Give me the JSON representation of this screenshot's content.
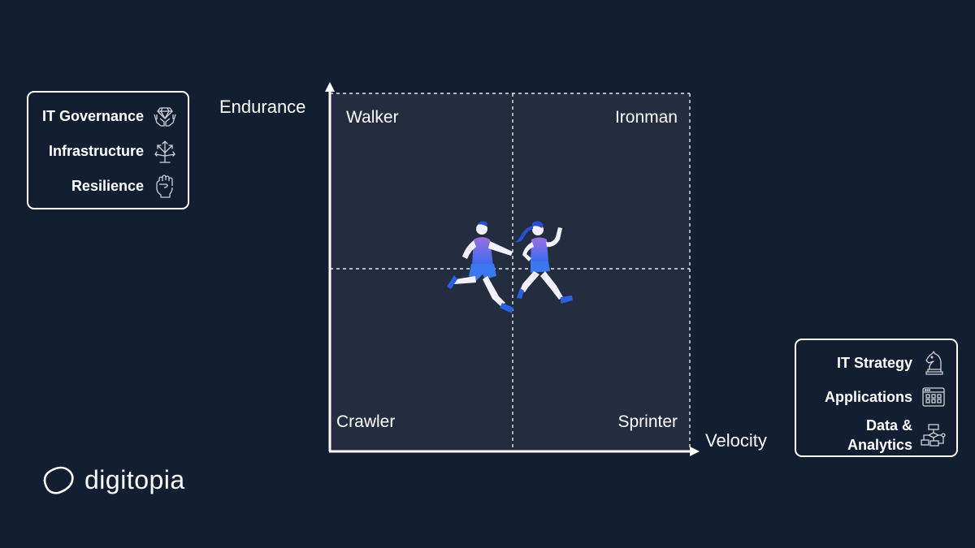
{
  "left_card": {
    "items": [
      {
        "label": "IT Governance",
        "icon": "hands-diamond-icon"
      },
      {
        "label": "Infrastructure",
        "icon": "arrows-network-icon"
      },
      {
        "label": "Resilience",
        "icon": "fist-icon"
      }
    ]
  },
  "right_card": {
    "items": [
      {
        "label": "IT Strategy",
        "icon": "chess-knight-icon"
      },
      {
        "label": "Applications",
        "icon": "app-window-icon"
      },
      {
        "label_line1": "Data &",
        "label_line2": "Analytics",
        "icon": "flowchart-icon"
      }
    ]
  },
  "matrix": {
    "y_axis_label": "Endurance",
    "x_axis_label": "Velocity",
    "quadrants": {
      "top_left": "Walker",
      "top_right": "Ironman",
      "bottom_left": "Crawler",
      "bottom_right": "Sprinter"
    },
    "center_graphic": "two-runners-illustration"
  },
  "logo": {
    "text": "digitopia",
    "icon": "digitopia-logo-icon"
  },
  "colors": {
    "background": "#121e31",
    "quadrant_fill": "#232d3f",
    "line": "#ffffff",
    "runner_top": "#8e6fe0",
    "runner_bottom": "#2f6df0"
  }
}
